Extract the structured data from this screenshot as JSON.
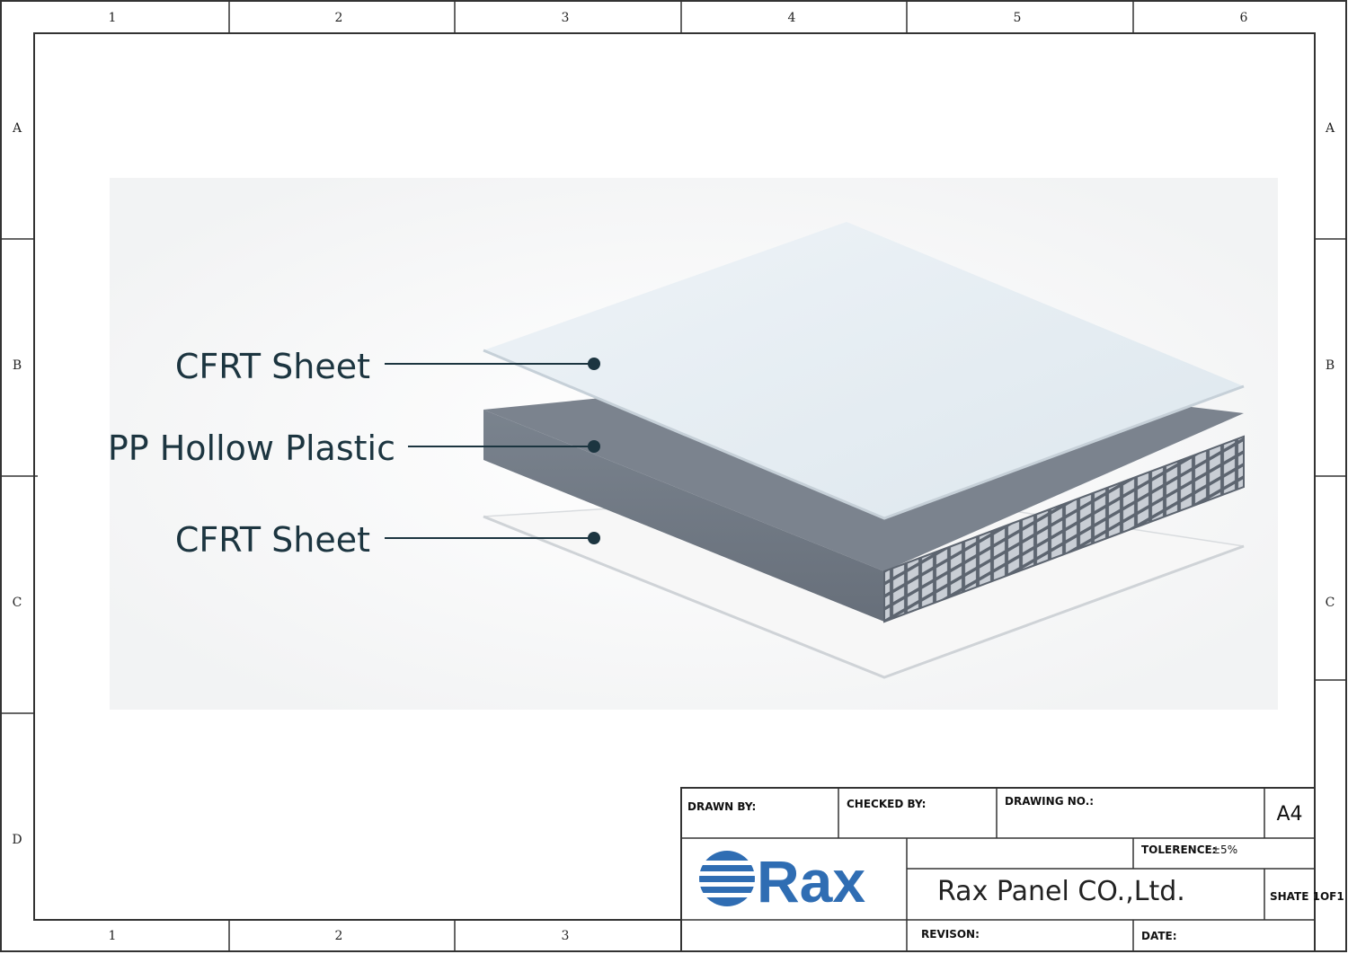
{
  "frame": {
    "columns": [
      "1",
      "2",
      "3",
      "4",
      "5",
      "6"
    ],
    "rows": [
      "A",
      "B",
      "C",
      "D"
    ]
  },
  "callouts": [
    {
      "label": "CFRT Sheet"
    },
    {
      "label": "PP Hollow Plastic"
    },
    {
      "label": "CFRT Sheet"
    }
  ],
  "title_block": {
    "drawn_by": "DRAWN BY:",
    "checked_by": "CHECKED BY:",
    "drawing_no": "DRAWING NO.:",
    "paper_size": "A4",
    "tolerance_label": "TOLERENCE:",
    "tolerance_value": "±5%",
    "company": "Rax Panel CO.,Ltd.",
    "sheet": "SHATE 1OF1",
    "revision": "REVISON:",
    "date": "DATE:",
    "logo_text": "Rax"
  },
  "colors": {
    "frame_line": "#333333",
    "callout_text": "#1c3540",
    "top_sheet": "#e4ecf2",
    "core_top": "#6f7884",
    "core_front": "#6a727e",
    "bottom_sheet": "#f6f6f6",
    "logo": "#2f6db3"
  }
}
